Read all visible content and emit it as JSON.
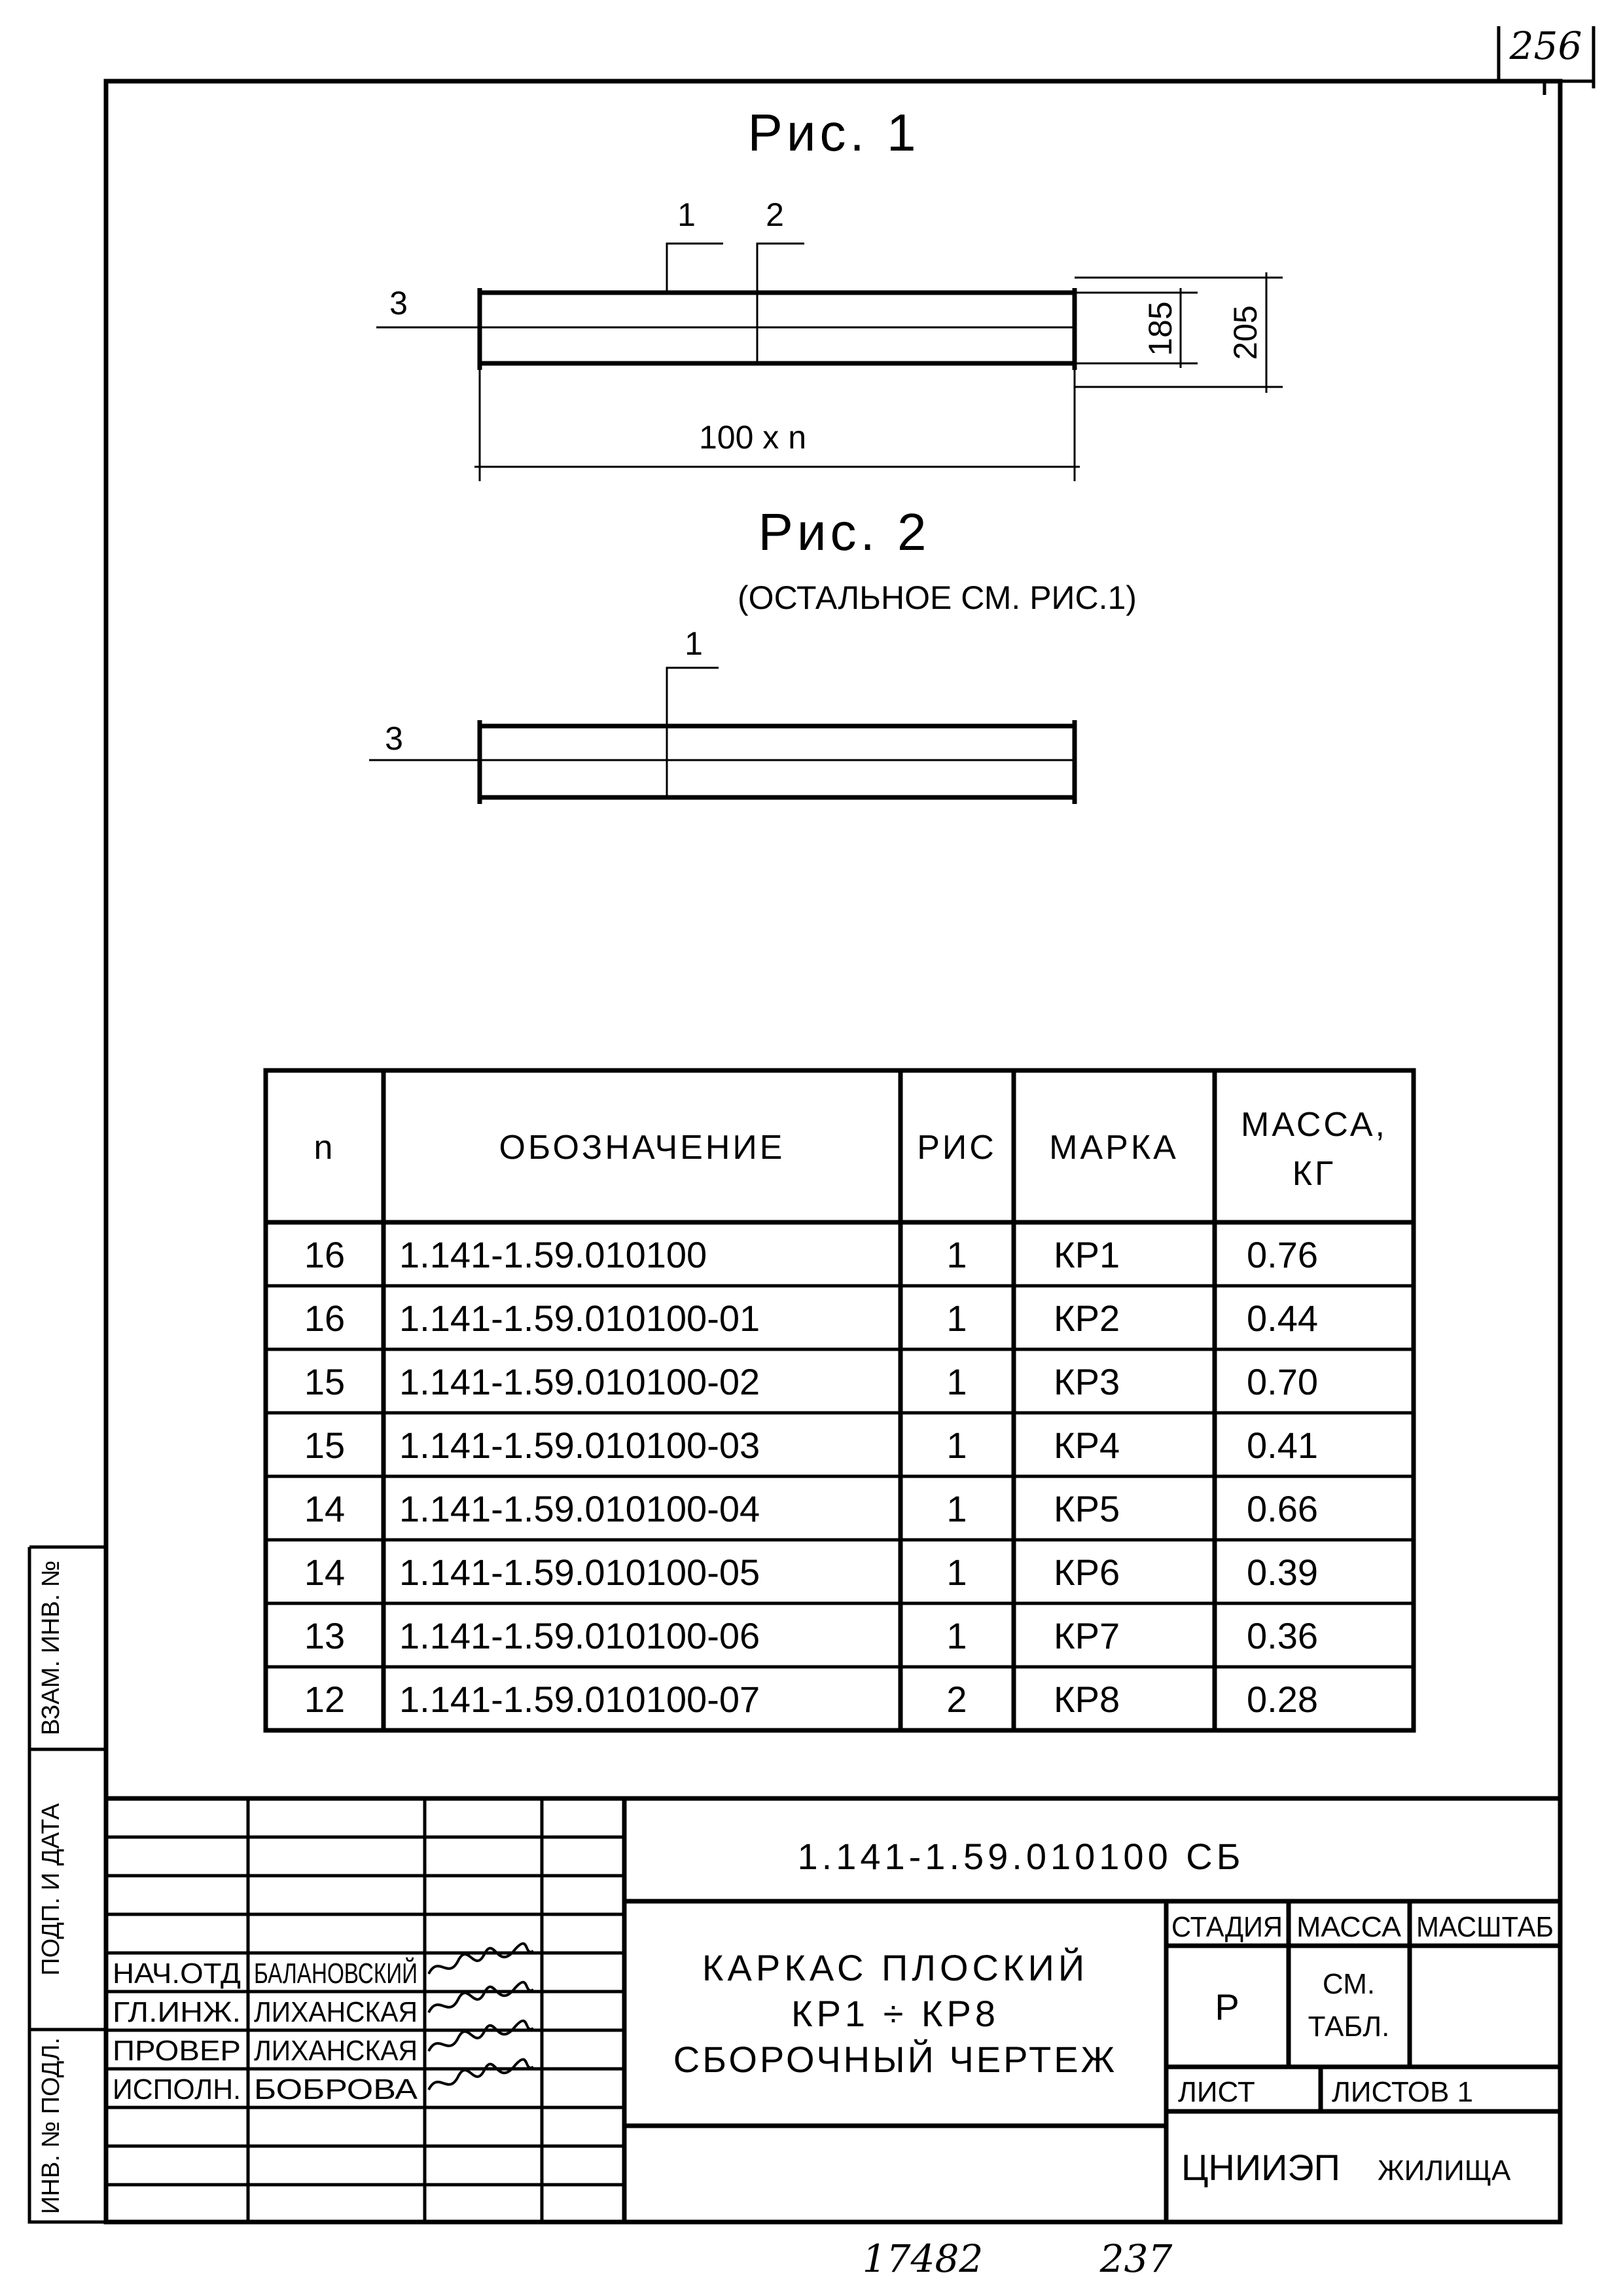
{
  "sheet_number_top": "256",
  "figure1": {
    "title": "Рис. 1",
    "leader_1": "1",
    "leader_2": "2",
    "leader_3": "3",
    "dim_inner": "185",
    "dim_outer": "205",
    "dim_length": "100 x n"
  },
  "figure2": {
    "title": "Рис. 2",
    "note": "(ОСТАЛЬНОЕ СМ. РИС.1)",
    "leader_1": "1",
    "leader_3": "3"
  },
  "table": {
    "headers": {
      "n": "n",
      "designation": "ОБОЗНАЧЕНИЕ",
      "fig": "РИС",
      "mark": "МАРКА",
      "mass_1": "МАССА,",
      "mass_2": "КГ"
    },
    "rows": [
      {
        "n": "16",
        "designation": "1.141-1.59.010100",
        "fig": "1",
        "mark": "КР1",
        "mass": "0.76"
      },
      {
        "n": "16",
        "designation": "1.141-1.59.010100-01",
        "fig": "1",
        "mark": "КР2",
        "mass": "0.44"
      },
      {
        "n": "15",
        "designation": "1.141-1.59.010100-02",
        "fig": "1",
        "mark": "КР3",
        "mass": "0.70"
      },
      {
        "n": "15",
        "designation": "1.141-1.59.010100-03",
        "fig": "1",
        "mark": "КР4",
        "mass": "0.41"
      },
      {
        "n": "14",
        "designation": "1.141-1.59.010100-04",
        "fig": "1",
        "mark": "КР5",
        "mass": "0.66"
      },
      {
        "n": "14",
        "designation": "1.141-1.59.010100-05",
        "fig": "1",
        "mark": "КР6",
        "mass": "0.39"
      },
      {
        "n": "13",
        "designation": "1.141-1.59.010100-06",
        "fig": "1",
        "mark": "КР7",
        "mass": "0.36"
      },
      {
        "n": "12",
        "designation": "1.141-1.59.010100-07",
        "fig": "2",
        "mark": "КР8",
        "mass": "0.28"
      }
    ]
  },
  "title_block": {
    "doc_code": "1.141-1.59.010100 СБ",
    "title_line1": "КАРКАС ПЛОСКИЙ",
    "title_line2": "КР1 ÷ КР8",
    "title_line3": "СБОРОЧНЫЙ ЧЕРТЕЖ",
    "stage_label": "СТАДИЯ",
    "mass_label": "МАССА",
    "scale_label": "МАСШТАБ",
    "stage_value": "Р",
    "mass_value_1": "СМ.",
    "mass_value_2": "ТАБЛ.",
    "sheet_label": "ЛИСТ",
    "sheets_label": "ЛИСТОВ 1",
    "org_main": "ЦНИИЭП",
    "org_sub": "ЖИЛИЩА",
    "signatures": [
      {
        "role": "НАЧ.ОТД",
        "name": "БАЛАНОВСКИЙ"
      },
      {
        "role": "ГЛ.ИНЖ.",
        "name": "ЛИХАНСКАЯ"
      },
      {
        "role": "ПРОВЕР",
        "name": "ЛИХАНСКАЯ"
      },
      {
        "role": "ИСПОЛН.",
        "name": "БОБРОВА"
      }
    ]
  },
  "side_stamp": {
    "replaces": "ВЗАМ. ИНВ. №",
    "sign_date": "ПОДП. И ДАТА",
    "orig_inv": "ИНВ. № ПОДЛ."
  },
  "footer": {
    "handwritten_1": "17482",
    "handwritten_2": "237"
  }
}
